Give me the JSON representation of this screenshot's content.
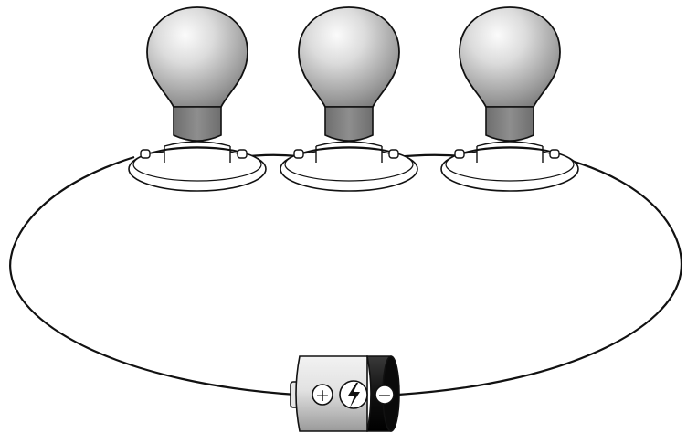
{
  "diagram": {
    "bulb_count": 3,
    "connection": "series",
    "battery_symbols": [
      "+",
      "−"
    ],
    "icons": [
      "light-bulb",
      "lamp-socket",
      "battery",
      "lightning-bolt",
      "wire"
    ],
    "colors": {
      "outline": "#111111",
      "bulb_fill": "#9a9a9a",
      "bulb_highlight": "#f4f4f4",
      "battery_dark": "#1a1a1a",
      "battery_light": "#e8e8e8",
      "background": "#ffffff"
    }
  }
}
